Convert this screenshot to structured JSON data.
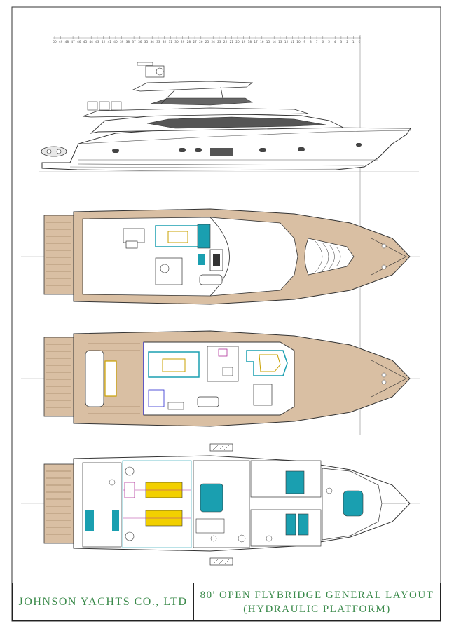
{
  "company": "JOHNSON YACHTS CO., LTD",
  "drawing_title_line1": "80' OPEN FLYBRIDGE GENERAL LAYOUT",
  "drawing_title_line2": "(HYDRAULIC PLATFORM)",
  "scale_ruler": {
    "labels": [
      "50",
      "49",
      "48",
      "47",
      "46",
      "45",
      "44",
      "43",
      "42",
      "41",
      "40",
      "39",
      "38",
      "37",
      "36",
      "35",
      "34",
      "33",
      "32",
      "31",
      "30",
      "29",
      "28",
      "27",
      "26",
      "25",
      "24",
      "23",
      "22",
      "21",
      "20",
      "19",
      "18",
      "17",
      "16",
      "15",
      "14",
      "13",
      "12",
      "11",
      "10",
      "9",
      "8",
      "7",
      "6",
      "5",
      "4",
      "3",
      "2",
      "1",
      "0"
    ]
  },
  "views": [
    {
      "id": "profile",
      "name": "side-profile"
    },
    {
      "id": "flybridge",
      "name": "flybridge-deck"
    },
    {
      "id": "main",
      "name": "main-deck"
    },
    {
      "id": "lower",
      "name": "lower-deck"
    }
  ],
  "colors": {
    "line": "#333333",
    "teak": "#d9bfa3",
    "teak_stripe": "#8a6a4a",
    "accent_cyan": "#1a9fb0",
    "accent_yellow": "#f2d000",
    "title_text": "#3a8a4a",
    "magenta": "#b0309a"
  }
}
